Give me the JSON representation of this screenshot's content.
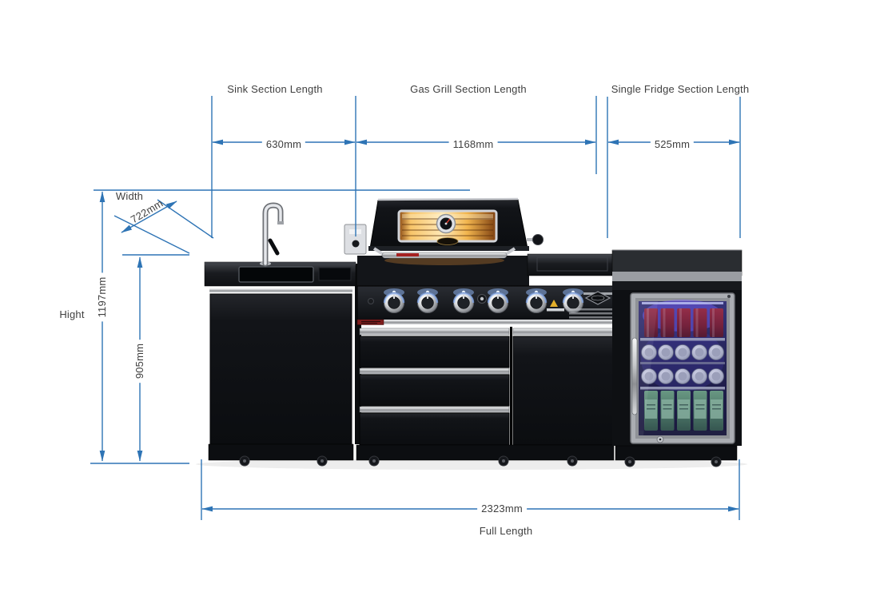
{
  "dimensions": {
    "top_sections": [
      {
        "label": "Sink Section Length",
        "value": "630mm"
      },
      {
        "label": "Gas Grill Section Length",
        "value": "1168mm"
      },
      {
        "label": "Single Fridge Section Length",
        "value": "525mm"
      }
    ],
    "width": {
      "label": "Width",
      "value": "722mm"
    },
    "height": {
      "label": "Hight",
      "value": "1197mm"
    },
    "bench_height": {
      "value": "905mm"
    },
    "full_length": {
      "label": "Full Length",
      "value": "2323mm"
    }
  },
  "colors": {
    "dimension_line": "#2E74B5",
    "label_text": "#3F3F3F",
    "product_black": "#111418",
    "chrome": "#C7C9CC",
    "hood_glow": "#F2B54E",
    "knob_led": "#9FC4FF",
    "fridge_glow": "#6A5AE0"
  }
}
